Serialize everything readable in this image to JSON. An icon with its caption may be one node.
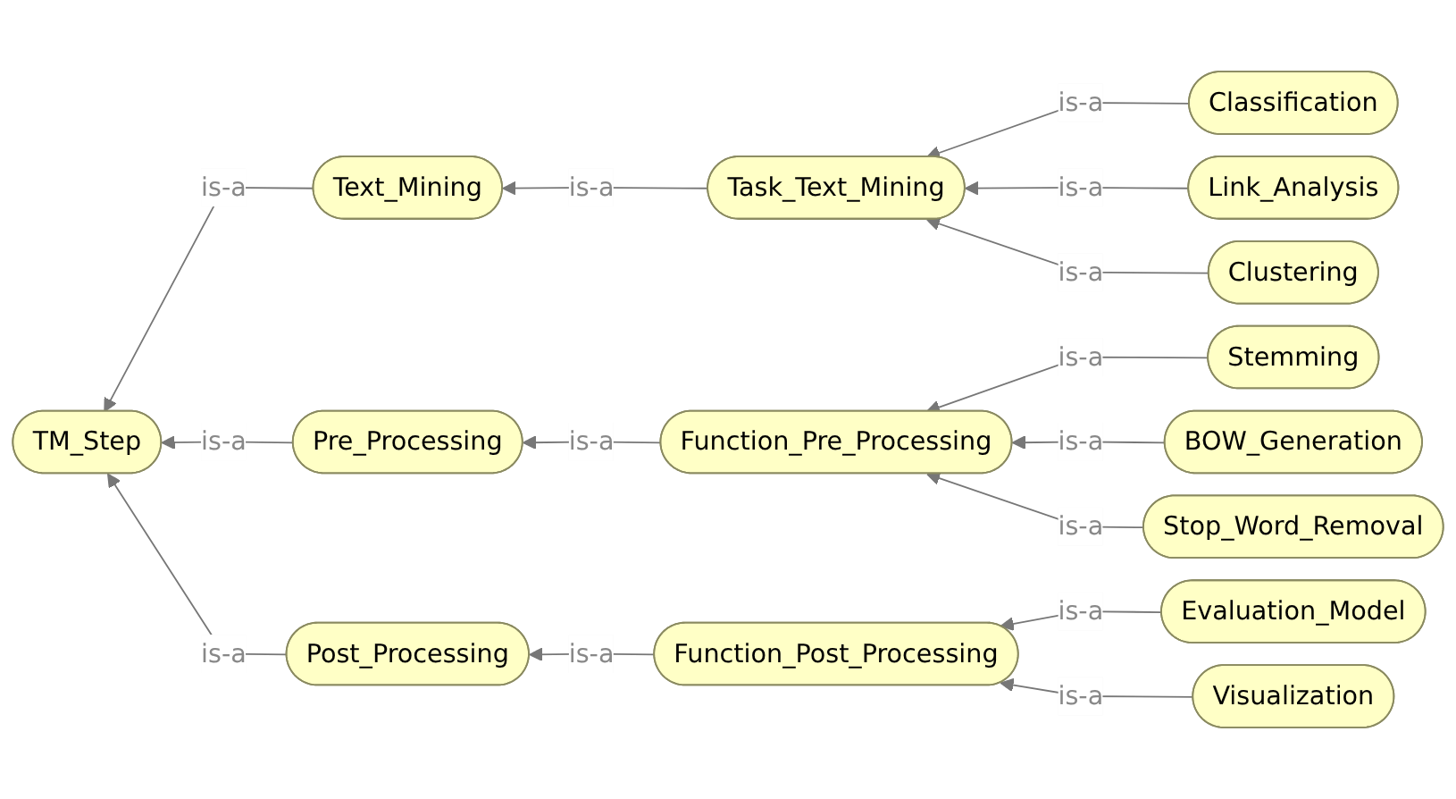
{
  "diagram": {
    "nodes": [
      {
        "text": [
          "TM_Step"
        ]
      },
      {
        "text": [
          "Text_Mining"
        ]
      },
      {
        "text": [
          "Pre_Processing"
        ]
      },
      {
        "text": [
          "Post_Processing"
        ]
      },
      {
        "text": [
          "Task_Text_Mining"
        ]
      },
      {
        "text": [
          "Function_Pre_Processing"
        ]
      },
      {
        "text": [
          "Function_Post_Processing"
        ]
      },
      {
        "text": [
          "Classification"
        ]
      },
      {
        "text": [
          "Link_Analysis"
        ]
      },
      {
        "text": [
          "Clustering"
        ]
      },
      {
        "text": [
          "Stemming"
        ]
      },
      {
        "text": [
          "BOW_Generation"
        ]
      },
      {
        "text": [
          "Stop_Word_Removal"
        ]
      },
      {
        "text": [
          "Evaluation_Model"
        ]
      },
      {
        "text": [
          "Visualization"
        ]
      }
    ],
    "edges": [
      {
        "from": 1,
        "to": 0,
        "arrow": "to",
        "label": "is-a"
      },
      {
        "from": 2,
        "to": 0,
        "arrow": "to",
        "label": "is-a"
      },
      {
        "from": 3,
        "to": 0,
        "arrow": "to",
        "label": "is-a"
      },
      {
        "from": 4,
        "to": 1,
        "arrow": "to",
        "label": "is-a"
      },
      {
        "from": 5,
        "to": 2,
        "arrow": "to",
        "label": "is-a"
      },
      {
        "from": 6,
        "to": 3,
        "arrow": "to",
        "label": "is-a"
      },
      {
        "from": 7,
        "to": 4,
        "arrow": "to",
        "label": "is-a"
      },
      {
        "from": 8,
        "to": 4,
        "arrow": "to",
        "label": "is-a"
      },
      {
        "from": 9,
        "to": 4,
        "arrow": "to",
        "label": "is-a"
      },
      {
        "from": 10,
        "to": 5,
        "arrow": "to",
        "label": "is-a"
      },
      {
        "from": 11,
        "to": 5,
        "arrow": "to",
        "label": "is-a"
      },
      {
        "from": 12,
        "to": 5,
        "arrow": "to",
        "label": "is-a"
      },
      {
        "from": 13,
        "to": 6,
        "arrow": "to",
        "label": "is-a"
      },
      {
        "from": 14,
        "to": 6,
        "arrow": "to",
        "label": "is-a"
      }
    ]
  }
}
